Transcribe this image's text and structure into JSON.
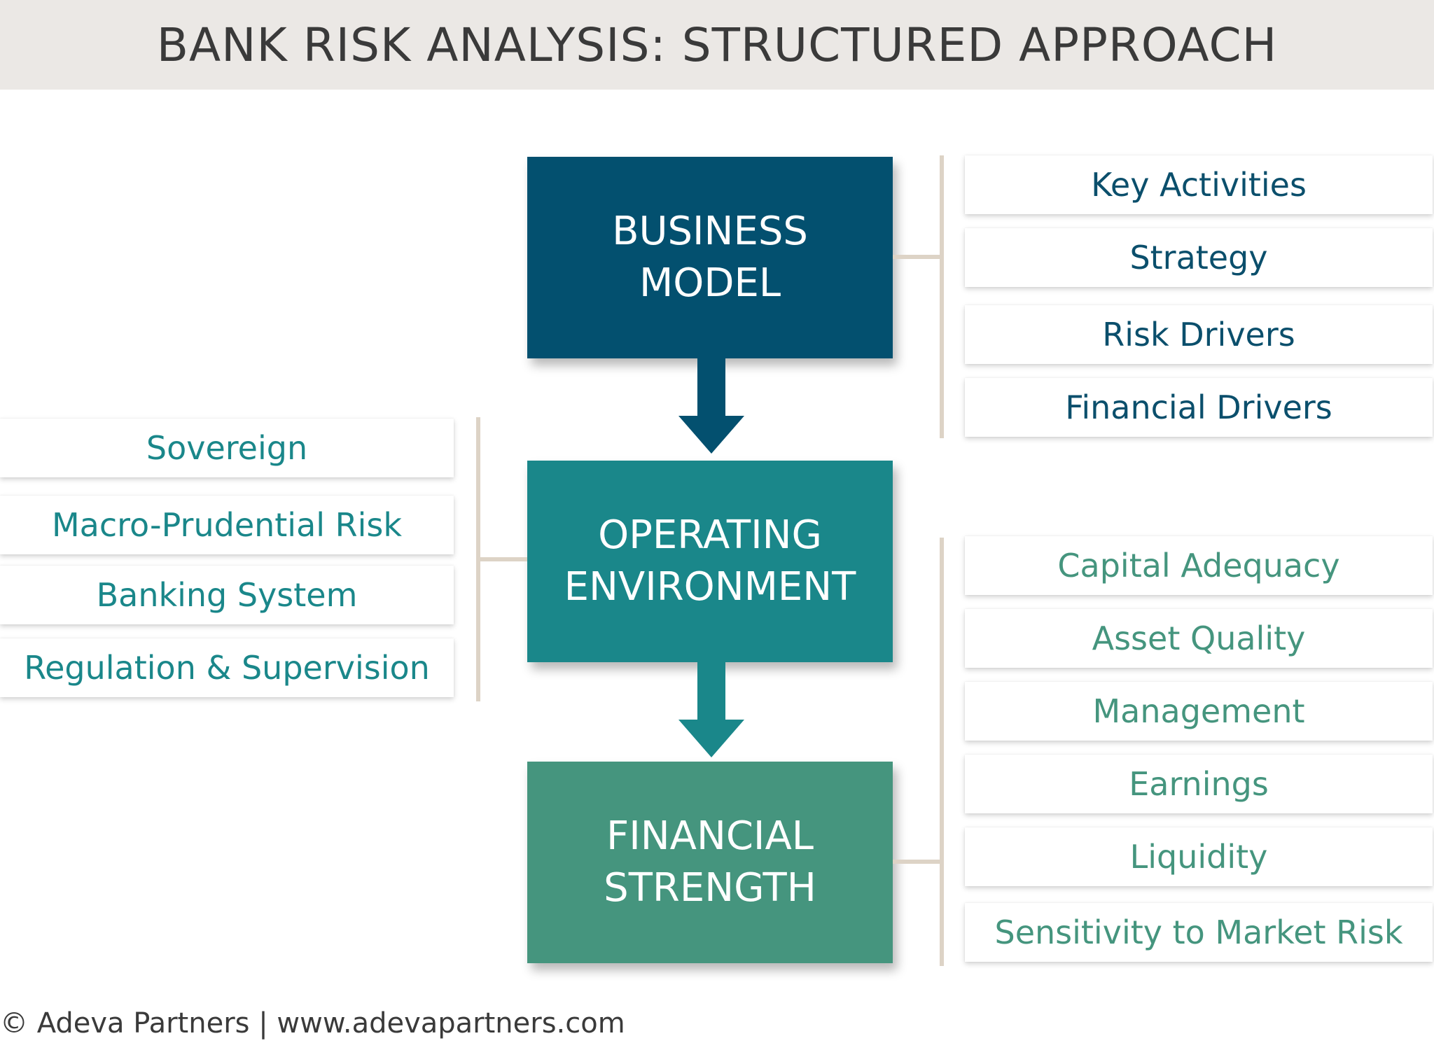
{
  "title": "BANK RISK ANALYSIS: STRUCTURED APPROACH",
  "colors": {
    "business_model": "#03506f",
    "operating_environment": "#1a878a",
    "financial_strength": "#45957e",
    "connector": "#ddd3c6",
    "title_band": "#ebe8e5"
  },
  "stages": [
    {
      "line1": "BUSINESS",
      "line2": "MODEL"
    },
    {
      "line1": "OPERATING",
      "line2": "ENVIRONMENT"
    },
    {
      "line1": "FINANCIAL",
      "line2": "STRENGTH"
    }
  ],
  "business_model_items": [
    "Key Activities",
    "Strategy",
    "Risk Drivers",
    "Financial Drivers"
  ],
  "operating_environment_items": [
    "Sovereign",
    "Macro-Prudential Risk",
    "Banking System",
    "Regulation & Supervision"
  ],
  "financial_strength_items": [
    "Capital Adequacy",
    "Asset Quality",
    "Management",
    "Earnings",
    "Liquidity",
    "Sensitivity to Market Risk"
  ],
  "footer": "© Adeva Partners | www.adevapartners.com"
}
